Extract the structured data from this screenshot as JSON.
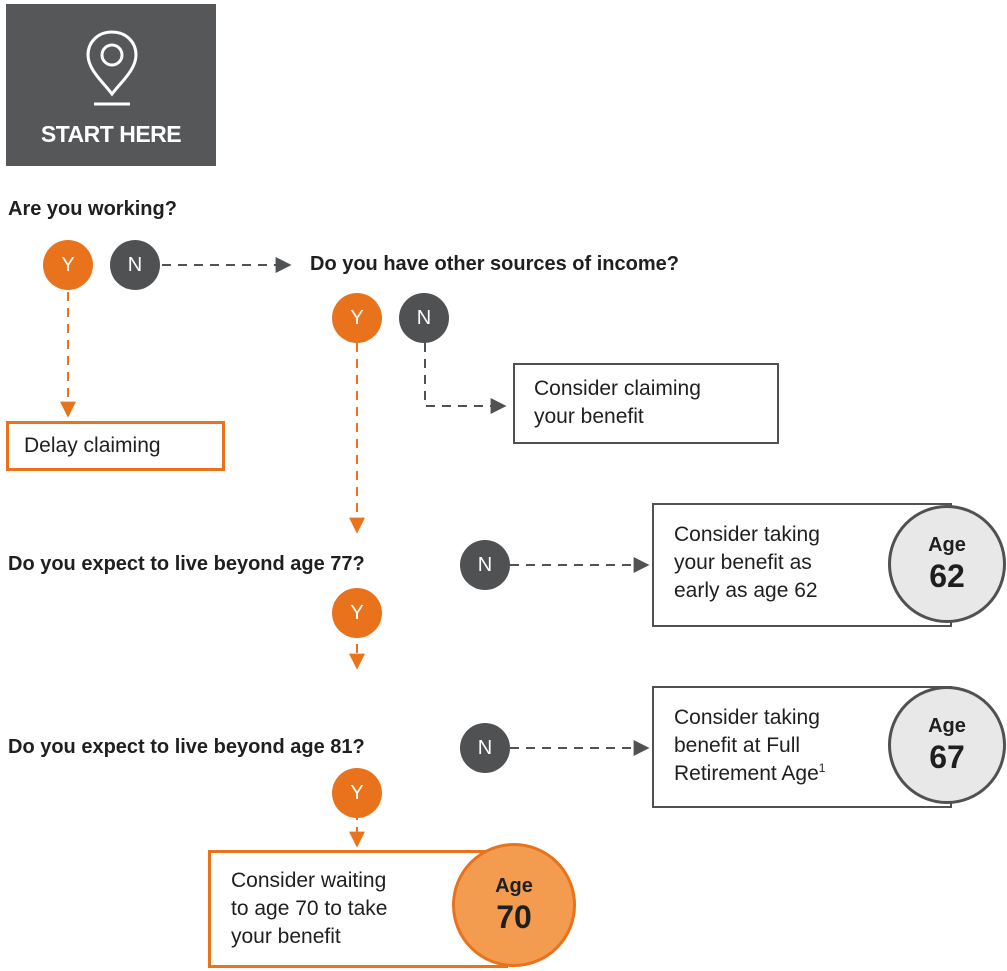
{
  "start": {
    "label": "START HERE",
    "icon": "location-pin-icon"
  },
  "colors": {
    "yes": "#e8731c",
    "no": "#4f5153",
    "start_bg": "#555759",
    "age_grey": "#e8e8e8",
    "age_orange": "#f39b4f"
  },
  "questions": {
    "q1": "Are you working?",
    "q2": "Do you have other sources of income?",
    "q3": "Do you expect to live beyond age 77?",
    "q4": "Do you expect to live beyond age 81?"
  },
  "answers": {
    "yes": "Y",
    "no": "N"
  },
  "outcomes": {
    "delay": "Delay claiming",
    "claim_l1": "Consider claiming",
    "claim_l2": "your benefit",
    "early_l1": "Consider taking",
    "early_l2": "your benefit as",
    "early_l3": "early as age 62",
    "full_l1": "Consider taking",
    "full_l2": "benefit at Full",
    "full_l3": "Retirement Age",
    "full_footnote": "1",
    "wait_l1": "Consider waiting",
    "wait_l2": "to age 70 to take",
    "wait_l3": "your benefit"
  },
  "ages": {
    "label": "Age",
    "early": "62",
    "full": "67",
    "wait": "70"
  }
}
